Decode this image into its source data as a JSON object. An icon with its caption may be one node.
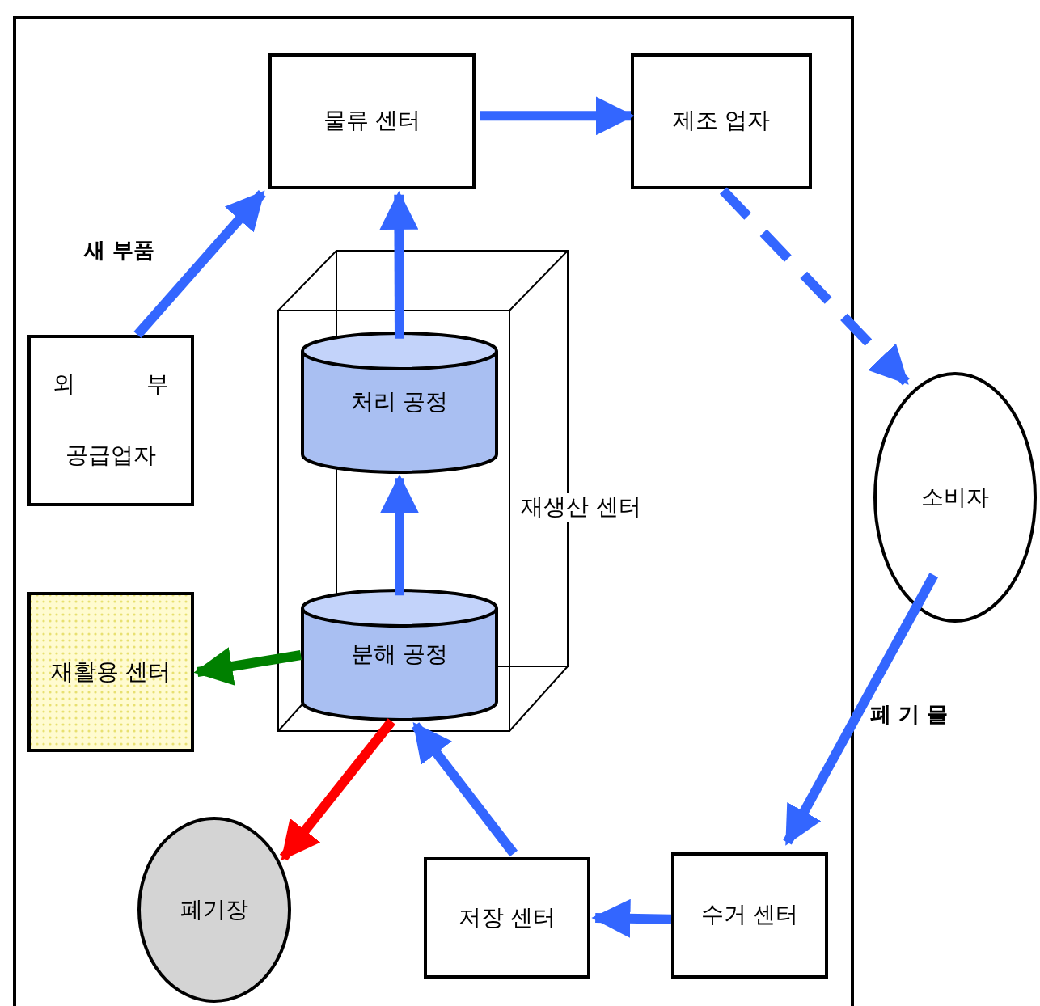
{
  "diagram": {
    "nodes": [
      {
        "text": [
          "물류 센터"
        ]
      },
      {
        "text": [
          "제조 업자"
        ]
      },
      {
        "text": [
          "재생산 센터"
        ]
      },
      {
        "text": [
          "처리 공정"
        ],
        "in": 2
      },
      {
        "text": [
          "외 부",
          "공급업자"
        ]
      },
      {
        "text": [
          "소비자"
        ]
      },
      {
        "text": [
          "재활용 센터"
        ]
      },
      {
        "text": [
          "분해 공정"
        ],
        "in": 2
      },
      {
        "text": [
          "폐기장"
        ]
      },
      {
        "text": [
          "저장 센터"
        ]
      },
      {
        "text": [
          "수거 센터"
        ]
      }
    ],
    "edges": [
      {
        "from": 4,
        "to": 0,
        "arrow": "to",
        "label": "새 부품"
      },
      {
        "from": 0,
        "to": 1,
        "arrow": "to"
      },
      {
        "from": 1,
        "to": 5,
        "arrow": "to",
        "style": "dashed"
      },
      {
        "from": 3,
        "to": 0,
        "arrow": "to"
      },
      {
        "from": 7,
        "to": 3,
        "arrow": "to"
      },
      {
        "from": 5,
        "to": 10,
        "arrow": "to",
        "label": "폐 기 물"
      },
      {
        "from": 10,
        "to": 9,
        "arrow": "to"
      },
      {
        "from": 9,
        "to": 7,
        "arrow": "to"
      },
      {
        "from": 7,
        "to": 6,
        "arrow": "to",
        "color": "#008000"
      },
      {
        "from": 7,
        "to": 8,
        "arrow": "to",
        "color": "#ff0000"
      }
    ]
  }
}
